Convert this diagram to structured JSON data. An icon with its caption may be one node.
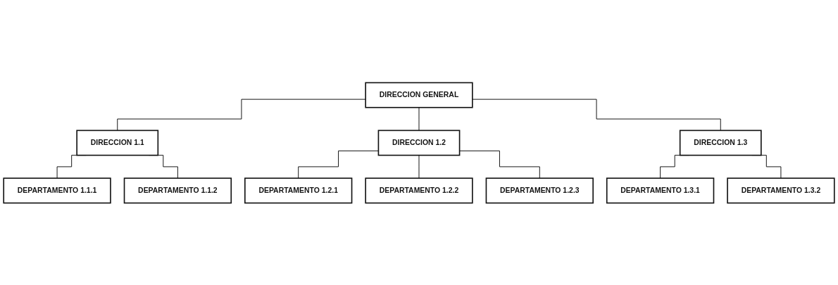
{
  "diagram": {
    "nodes": [
      {
        "text": [
          "DIRECCION GENERAL"
        ]
      },
      {
        "text": [
          "DIRECCION 1.1"
        ]
      },
      {
        "text": [
          "DIRECCION 1.2"
        ]
      },
      {
        "text": [
          "DIRECCION 1.3"
        ]
      },
      {
        "text": [
          "DEPARTAMENTO 1.1.1"
        ]
      },
      {
        "text": [
          "DEPARTAMENTO 1.1.2"
        ]
      },
      {
        "text": [
          "DEPARTAMENTO 1.2.1"
        ]
      },
      {
        "text": [
          "DEPARTAMENTO 1.2.2"
        ]
      },
      {
        "text": [
          "DEPARTAMENTO 1.2.3"
        ]
      },
      {
        "text": [
          "DEPARTAMENTO 1.3.1"
        ]
      },
      {
        "text": [
          "DEPARTAMENTO 1.3.2"
        ]
      }
    ],
    "edges": [
      {
        "from": 0,
        "to": 1,
        "arrow": "none"
      },
      {
        "from": 0,
        "to": 2,
        "arrow": "none"
      },
      {
        "from": 0,
        "to": 3,
        "arrow": "none"
      },
      {
        "from": 1,
        "to": 4,
        "arrow": "none"
      },
      {
        "from": 1,
        "to": 5,
        "arrow": "none"
      },
      {
        "from": 2,
        "to": 6,
        "arrow": "none"
      },
      {
        "from": 2,
        "to": 7,
        "arrow": "none"
      },
      {
        "from": 2,
        "to": 8,
        "arrow": "none"
      },
      {
        "from": 3,
        "to": 9,
        "arrow": "none"
      },
      {
        "from": 3,
        "to": 10,
        "arrow": "none"
      }
    ]
  }
}
